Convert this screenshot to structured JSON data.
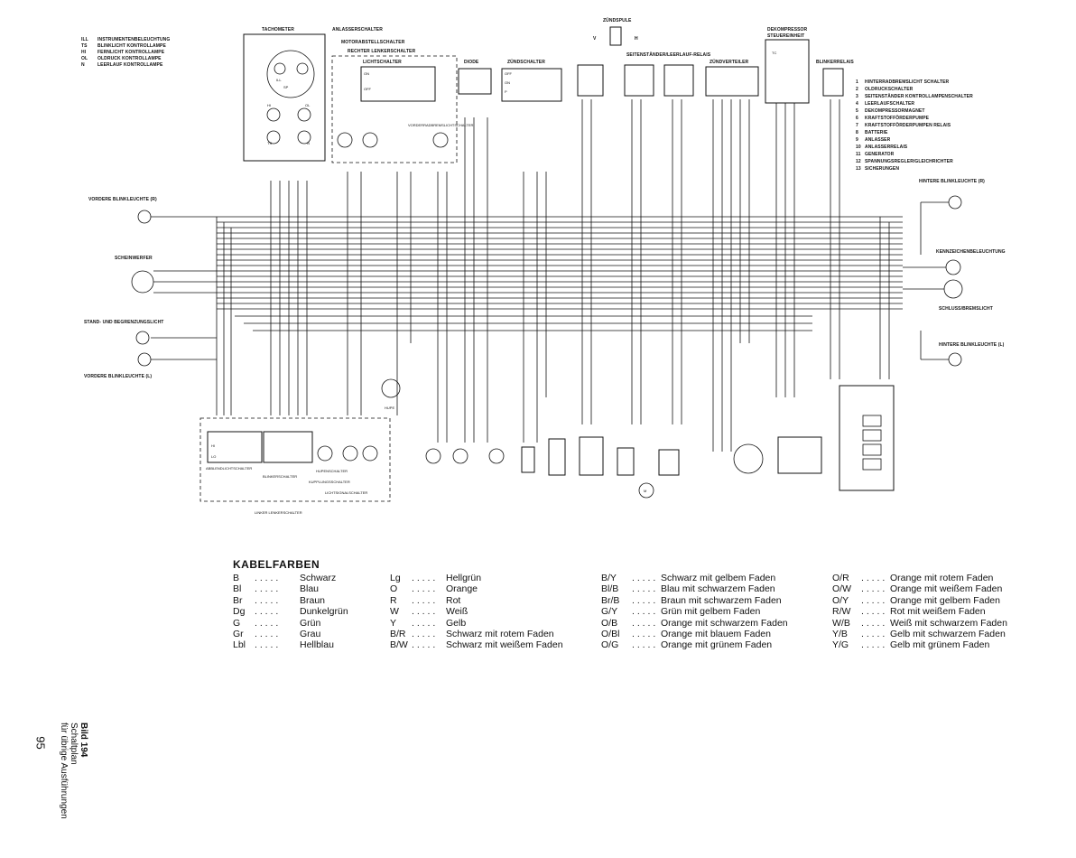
{
  "top_left_legend": [
    {
      "code": "ILL",
      "text": "INSTRUMENTENBELEUCHTUNG"
    },
    {
      "code": "TS",
      "text": "BLINKLICHT KONTROLLAMPE"
    },
    {
      "code": "HI",
      "text": "FERNLICHT KONTROLLAMPE"
    },
    {
      "code": "OL",
      "text": "OLDRUCK KONTROLLAMPE"
    },
    {
      "code": "N",
      "text": "LEERLAUF KONTROLLAMPE"
    }
  ],
  "right_legend": [
    {
      "num": "1",
      "text": "HINTERRADBREMSLICHT SCHALTER"
    },
    {
      "num": "2",
      "text": "OLDRUCKSCHALTER"
    },
    {
      "num": "3",
      "text": "SEITENSTÄNDER KONTROLLAMPENSCHALTER"
    },
    {
      "num": "4",
      "text": "LEERLAUFSCHALTER"
    },
    {
      "num": "5",
      "text": "DEKOMPRESSORMAGNET"
    },
    {
      "num": "6",
      "text": "KRAFTSTOFFÖRDERPUMPE"
    },
    {
      "num": "7",
      "text": "KRAFTSTOFFÖRDERPUMPEN RELAIS"
    },
    {
      "num": "8",
      "text": "BATTERIE"
    },
    {
      "num": "9",
      "text": "ANLASSER"
    },
    {
      "num": "10",
      "text": "ANLASSERRELAIS"
    },
    {
      "num": "11",
      "text": "GENERATOR"
    },
    {
      "num": "12",
      "text": "SPANNUNGSREGLER/GLEICHRICHTER"
    },
    {
      "num": "13",
      "text": "SICHERUNGEN"
    }
  ],
  "component_labels": {
    "tachometer": "TACHOMETER",
    "anlasserschalter": "ANLASSERSCHALTER",
    "motorabstellschalter": "MOTORABSTELLSCHALTER",
    "rechter_lenkerschalter": "RECHTER LENKERSCHALTER",
    "lichtschalter": "LICHTSCHALTER",
    "vorderradbremslichtschalter": "VORDERRADBREMSLICHTSCHALTER",
    "diode": "DIODE",
    "zuendschalter": "ZÜNDSCHALTER",
    "zuendspule": "ZÜNDSPULE",
    "seitenstaender_relais": "SEITENSTÄNDER/LEERLAUF-RELAIS",
    "zuendverteiler": "ZÜNDVERTEILER",
    "dekompressor": "DEKOMPRESSOR",
    "steuereinheit": "STEUEREINHEIT",
    "blinkerrelais": "BLINKERRELAIS",
    "vordere_blinkleuchte_r": "VORDERE BLINKLEUCHTE (R)",
    "scheinwerfer": "SCHEINWERFER",
    "standlicht": "STAND- UND BEGRENZUNGSLICHT",
    "vordere_blinkleuchte_l": "VORDERE BLINKLEUCHTE (L)",
    "hintere_blinkleuchte_r": "HINTERE BLINKLEUCHTE (R)",
    "kennzeichenbeleuchtung": "KENNZEICHENBELEUCHTUNG",
    "schluss_bremslicht": "SCHLUSS/BREMSLICHT",
    "hintere_blinkleuchte_l": "HINTERE BLINKLEUCHTE (L)",
    "abblendlichtschalter": "ABBLENDLICHTSCHALTER",
    "blinkerschalter": "BLINKERSCHALTER",
    "hupenschalter": "HUPENSCHALTER",
    "kupplungsschalter": "KUPPLUNGSSCHALTER",
    "lichtsignalschalter": "LICHTSIGNALSCHALTER",
    "hupe": "HUPE",
    "linker_lenkerschalter": "LINKER LENKERSCHALTER",
    "sp": "SP",
    "ill": "ILL",
    "hi": "HI",
    "ol": "OL",
    "ts": "TS",
    "n": "N",
    "tc": "TC",
    "on": "ON",
    "off": "OFF",
    "p": "P",
    "v": "V",
    "h": "H",
    "m": "M",
    "hi_sw": "HI",
    "lo_sw": "LO"
  },
  "legend": {
    "title": "KABELFARBEN",
    "dots": ". . . . .",
    "columns": [
      [
        {
          "code": "B",
          "name": "Schwarz"
        },
        {
          "code": "Bl",
          "name": "Blau"
        },
        {
          "code": "Br",
          "name": "Braun"
        },
        {
          "code": "Dg",
          "name": "Dunkelgrün"
        },
        {
          "code": "G",
          "name": "Grün"
        },
        {
          "code": "Gr",
          "name": "Grau"
        },
        {
          "code": "Lbl",
          "name": "Hellblau"
        }
      ],
      [
        {
          "code": "Lg",
          "name": "Hellgrün"
        },
        {
          "code": "O",
          "name": "Orange"
        },
        {
          "code": "R",
          "name": "Rot"
        },
        {
          "code": "W",
          "name": "Weiß"
        },
        {
          "code": "Y",
          "name": "Gelb"
        },
        {
          "code": "B/R",
          "name": "Schwarz mit rotem Faden"
        },
        {
          "code": "B/W",
          "name": "Schwarz mit weißem Faden"
        }
      ],
      [
        {
          "code": "B/Y",
          "name": "Schwarz mit gelbem Faden"
        },
        {
          "code": "Bl/B",
          "name": "Blau mit schwarzem Faden"
        },
        {
          "code": "Br/B",
          "name": "Braun mit schwarzem Faden"
        },
        {
          "code": "G/Y",
          "name": "Grün mit gelbem Faden"
        },
        {
          "code": "O/B",
          "name": "Orange mit schwarzem Faden"
        },
        {
          "code": "O/Bl",
          "name": "Orange mit blauem Faden"
        },
        {
          "code": "O/G",
          "name": "Orange mit grünem Faden"
        }
      ],
      [
        {
          "code": "O/R",
          "name": "Orange mit rotem Faden"
        },
        {
          "code": "O/W",
          "name": "Orange mit weißem Faden"
        },
        {
          "code": "O/Y",
          "name": "Orange mit gelbem Faden"
        },
        {
          "code": "R/W",
          "name": "Rot mit weißem Faden"
        },
        {
          "code": "W/B",
          "name": "Weiß mit schwarzem Faden"
        },
        {
          "code": "Y/B",
          "name": "Gelb mit schwarzem Faden"
        },
        {
          "code": "Y/G",
          "name": "Gelb mit grünem Faden"
        }
      ]
    ]
  },
  "side_caption": {
    "line1": "Bild 194",
    "line2": "Schaltplan",
    "line3": "für übrige Ausführungen"
  },
  "page_number": "95"
}
